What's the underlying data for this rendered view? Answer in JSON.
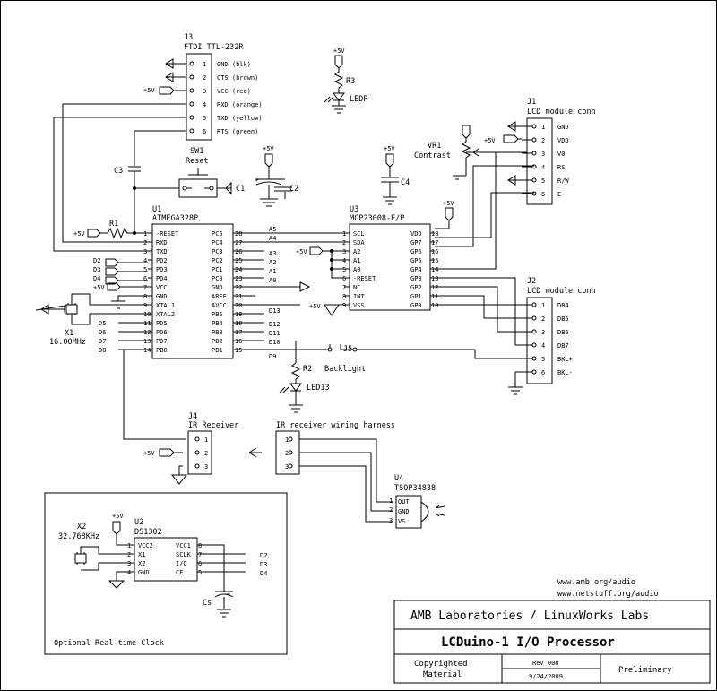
{
  "j3": {
    "ref": "J3",
    "part": "FTDI TTL-232R",
    "pins": [
      "1",
      "2",
      "3",
      "4",
      "5",
      "6"
    ],
    "labels": [
      "GND (blk)",
      "CTS (brown)",
      "VCC (red)",
      "RXD (orange)",
      "TXD (yellow)",
      "RTS (green)"
    ]
  },
  "u1": {
    "ref": "U1",
    "part": "ATMEGA328P",
    "left_pins": [
      "1",
      "2",
      "3",
      "4",
      "5",
      "6",
      "7",
      "8",
      "9",
      "10",
      "11",
      "12",
      "13",
      "14"
    ],
    "left_labels": [
      "-RESET",
      "RXD",
      "TXD",
      "PD2",
      "PD3",
      "PD4",
      "VCC",
      "GND",
      "XTAL1",
      "XTAL2",
      "PD5",
      "PD6",
      "PD7",
      "PB0"
    ],
    "right_pins": [
      "28",
      "27",
      "26",
      "25",
      "24",
      "23",
      "22",
      "21",
      "20",
      "19",
      "18",
      "17",
      "16",
      "15"
    ],
    "right_labels": [
      "PC5",
      "PC4",
      "PC3",
      "PC2",
      "PC1",
      "PC0",
      "GND",
      "AREF",
      "AVCC",
      "PB5",
      "PB4",
      "PB3",
      "PB2",
      "PB1"
    ]
  },
  "u3": {
    "ref": "U3",
    "part": "MCP23008-E/P",
    "left_pins": [
      "1",
      "2",
      "3",
      "4",
      "5",
      "6",
      "7",
      "8",
      "9"
    ],
    "left_labels": [
      "SCL",
      "SDA",
      "A2",
      "A1",
      "A0",
      "-RESET",
      "NC",
      "INT",
      "VSS"
    ],
    "right_pins": [
      "18",
      "17",
      "16",
      "15",
      "14",
      "13",
      "12",
      "11",
      "10"
    ],
    "right_labels": [
      "VDD",
      "GP7",
      "GP6",
      "GP5",
      "GP4",
      "GP3",
      "GP2",
      "GP1",
      "GP0"
    ]
  },
  "j1": {
    "ref": "J1",
    "part": "LCD module conn",
    "pins": [
      "1",
      "2",
      "3",
      "4",
      "5",
      "6"
    ],
    "labels": [
      "GND",
      "VDD",
      "V0",
      "RS",
      "R/W",
      "E"
    ]
  },
  "j2": {
    "ref": "J2",
    "part": "LCD module conn",
    "pins": [
      "1",
      "2",
      "3",
      "4",
      "5",
      "6"
    ],
    "labels": [
      "DB4",
      "DB5",
      "DB6",
      "DB7",
      "BKL+",
      "BKL-"
    ]
  },
  "j4": {
    "ref": "J4",
    "part": "IR Receiver",
    "pins": [
      "1",
      "2",
      "3"
    ]
  },
  "harness": {
    "title": "IR receiver wiring harness",
    "pins": [
      "1",
      "2",
      "3"
    ]
  },
  "u4": {
    "ref": "U4",
    "part": "TSOP34838",
    "labels": [
      "OUT",
      "GND",
      "VS"
    ],
    "pins": [
      "1",
      "2",
      "3"
    ]
  },
  "u2": {
    "ref": "U2",
    "part": "DS1302",
    "left_pins": [
      "1",
      "2",
      "3",
      "4"
    ],
    "left_labels": [
      "VCC2",
      "X1",
      "X2",
      "GND"
    ],
    "right_pins": [
      "8",
      "7",
      "6",
      "5"
    ],
    "right_labels": [
      "VCC1",
      "SCLK",
      "I/O",
      "CE"
    ]
  },
  "parts": {
    "r1": "R1",
    "r2": "R2",
    "r3": "R3",
    "c1": "C1",
    "c2": "C2",
    "c3": "C3",
    "c4": "C4",
    "cs": "Cs",
    "sw1_ref": "SW1",
    "sw1_name": "Reset",
    "vr1_ref": "VR1",
    "vr1_name": "Contrast",
    "x1_ref": "X1",
    "x1_freq": "16.00MHz",
    "x2_ref": "X2",
    "x2_freq": "32.768KHz",
    "ledp": "LEDP",
    "led13": "LED13",
    "j5_ref": "J5",
    "j5_name": "Backlight"
  },
  "net": {
    "plus5v": "+5V",
    "a5": "A5",
    "a4": "A4",
    "a3": "A3",
    "a2": "A2",
    "a1": "A1",
    "a0": "A0",
    "d2": "D2",
    "d3": "D3",
    "d4": "D4",
    "d5": "D5",
    "d6": "D6",
    "d7": "D7",
    "d8": "D8",
    "d9": "D9",
    "d10": "D10",
    "d11": "D11",
    "d12": "D12",
    "d13": "D13"
  },
  "rtc_caption": "Optional Real-time Clock",
  "urls": [
    "www.amb.org/audio",
    "www.netstuff.org/audio"
  ],
  "title_block": {
    "org": "AMB Laboratories / LinuxWorks Labs",
    "title": "LCDuino-1 I/O Processor",
    "copyright_1": "Copyrighted",
    "copyright_2": "Material",
    "rev": "Rev 008",
    "date": "9/24/2009",
    "status": "Preliminary"
  }
}
